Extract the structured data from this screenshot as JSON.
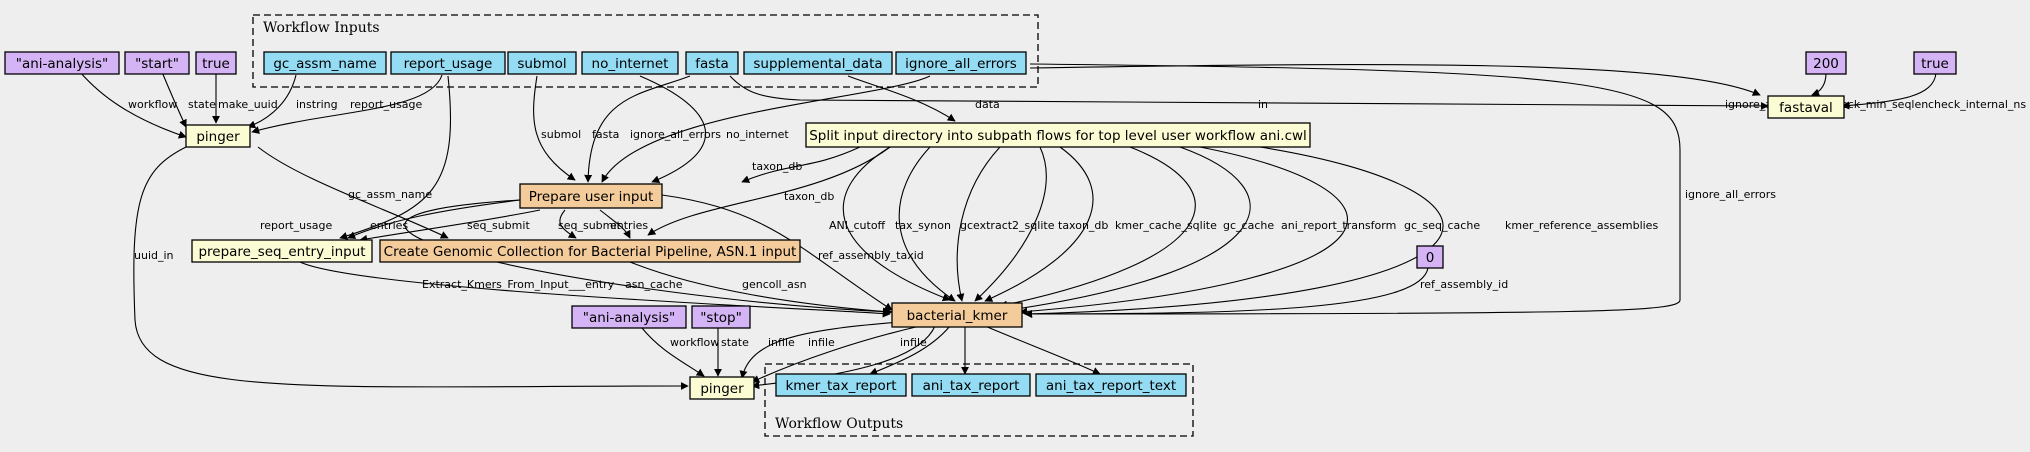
{
  "colors": {
    "background": "#eeeeee",
    "input": "#94dcf3",
    "constant": "#d4b4f4",
    "step": "#fcfcd4",
    "subworkflow": "#f4cc9c"
  },
  "clusters": {
    "inputs": "Workflow Inputs",
    "outputs": "Workflow Outputs"
  },
  "nodes": {
    "c_ani1": "\"ani-analysis\"",
    "c_start": "\"start\"",
    "c_true1": "true",
    "i_gc_assm": "gc_assm_name",
    "i_report": "report_usage",
    "i_submol": "submol",
    "i_nointernet": "no_internet",
    "i_fasta": "fasta",
    "i_supp": "supplemental_data",
    "i_ignore": "ignore_all_errors",
    "c_200": "200",
    "c_true2": "true",
    "s_pinger1": "pinger",
    "s_split": "Split input directory into subpath flows for top level user workflow ani.cwl",
    "s_fastaval": "fastaval",
    "w_prepare": "Prepare user input",
    "s_prepseq": "prepare_seq_entry_input",
    "w_create": "Create Genomic Collection for Bacterial Pipeline, ASN.1 input",
    "c_0": "0",
    "w_kmer": "bacterial_kmer",
    "c_ani2": "\"ani-analysis\"",
    "c_stop": "\"stop\"",
    "s_pinger2": "pinger",
    "o_kmer": "kmer_tax_report",
    "o_ani": "ani_tax_report",
    "o_anitext": "ani_tax_report_text"
  },
  "edge_labels": {
    "workflow1": "workflow",
    "state1": "state",
    "make_uuid": "make_uuid",
    "instring": "instring",
    "report_usage1": "report_usage",
    "in": "in",
    "ignore_all_errors1": "ignore_all_errors",
    "check_min_seqlen": "check_min_seqlen",
    "check_internal_ns": "check_internal_ns",
    "data": "data",
    "submol": "submol",
    "fasta": "fasta",
    "ignore_all_errors2": "ignore_all_errors",
    "no_internet": "no_internet",
    "taxon_db1": "taxon_db",
    "taxon_db2": "taxon_db",
    "gc_assm_name": "gc_assm_name",
    "report_usage2": "report_usage",
    "entries1": "entries",
    "seq_submit1": "seq_submit",
    "seq_submit2": "seq_submit",
    "entries2": "entries",
    "ref_assembly_taxid": "ref_assembly_taxid",
    "ANI_cutoff": "ANI_cutoff",
    "tax_synon": "tax_synon",
    "gcextract2_sqlite": "gcextract2_sqlite",
    "taxon_db3": "taxon_db",
    "kmer_cache_sqlite": "kmer_cache_sqlite",
    "gc_cache": "gc_cache",
    "ani_report_transform": "ani_report_transform",
    "gc_seq_cache": "gc_seq_cache",
    "kmer_reference_assemblies": "kmer_reference_assemblies",
    "ignore_all_errors3": "ignore_all_errors",
    "uuid_in": "uuid_in",
    "extract": "Extract_Kmers_From_Input___entry",
    "asn_cache": "asn_cache",
    "gencoll_asn": "gencoll_asn",
    "ref_assembly_id": "ref_assembly_id",
    "workflow2": "workflow",
    "state2": "state",
    "infile1": "infile",
    "infile2": "infile",
    "infile3": "infile"
  }
}
